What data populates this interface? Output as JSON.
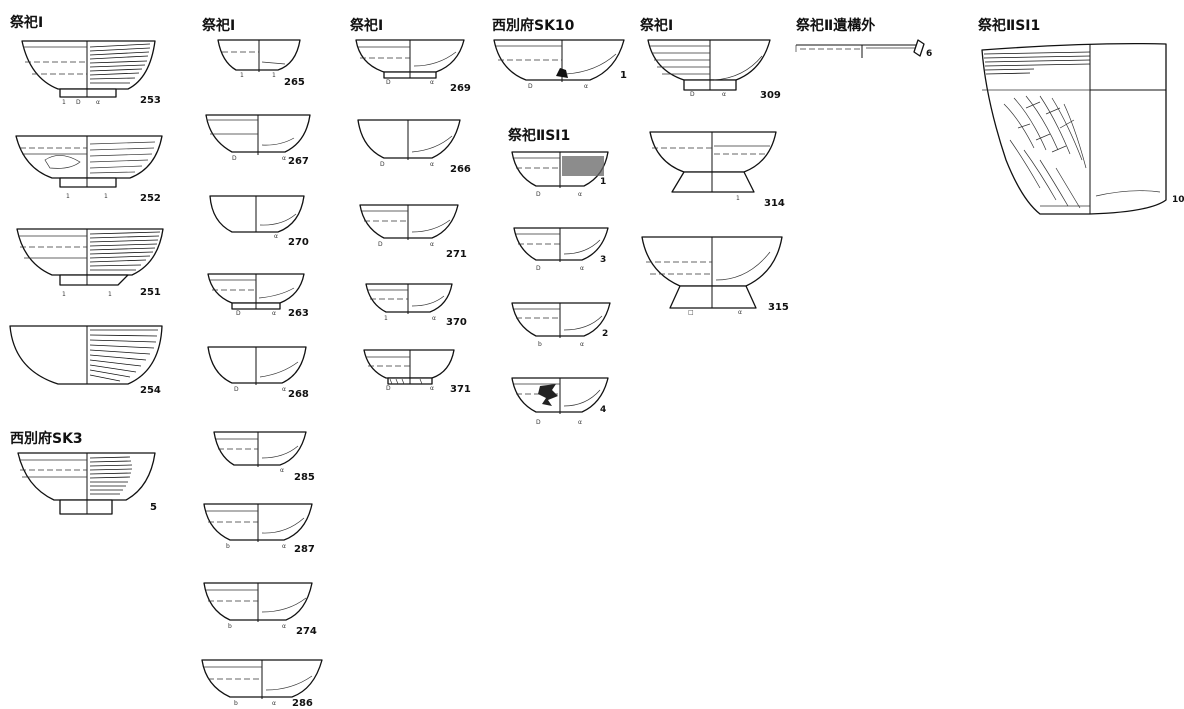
{
  "labels": {
    "g1": "祭祀Ⅰ",
    "g2": "西別府SK3",
    "g3": "祭祀Ⅰ",
    "g4": "祭祀Ⅰ",
    "g5": "西別府SK10",
    "g6": "祭祀ⅡSI1",
    "g7": "祭祀Ⅰ",
    "g8": "祭祀Ⅱ遺構外",
    "g9": "祭祀ⅡSI1"
  },
  "numbers": {
    "n253": "253",
    "n252": "252",
    "n251": "251",
    "n254": "254",
    "n5": "5",
    "n265": "265",
    "n267": "267",
    "n270": "270",
    "n263": "263",
    "n268": "268",
    "n285": "285",
    "n287": "287",
    "n274": "274",
    "n286": "286",
    "n269": "269",
    "n266": "266",
    "n271": "271",
    "n370": "370",
    "n371": "371",
    "n1a": "1",
    "n1b": "1",
    "n3": "3",
    "n2": "2",
    "n4": "4",
    "n309": "309",
    "n314": "314",
    "n315": "315",
    "n6": "6",
    "n10": "10"
  }
}
